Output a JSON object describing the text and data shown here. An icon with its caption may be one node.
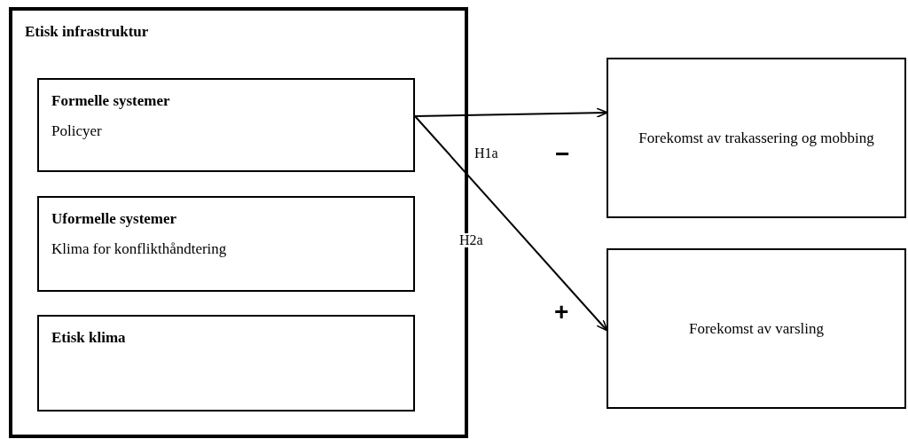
{
  "diagram": {
    "nodes": [
      {
        "text": [
          "Etisk infrastruktur"
        ]
      },
      {
        "text": [
          "Formelle systemer",
          "Policyer"
        ],
        "in": 0
      },
      {
        "text": [
          "Uformelle systemer",
          "Klima for konflikthåndtering"
        ],
        "in": 0
      },
      {
        "text": [
          "Etisk klima"
        ],
        "in": 0
      },
      {
        "text": [
          "Forekomst av trakassering og mobbing"
        ]
      },
      {
        "text": [
          "Forekomst av varsling"
        ]
      }
    ],
    "edges": [
      {
        "from": 1,
        "to": 4,
        "arrow": "to",
        "label": "H1a"
      },
      {
        "from": 1,
        "to": 5,
        "arrow": "to",
        "label": "H2a"
      }
    ],
    "labels": [
      "−",
      "+"
    ]
  }
}
